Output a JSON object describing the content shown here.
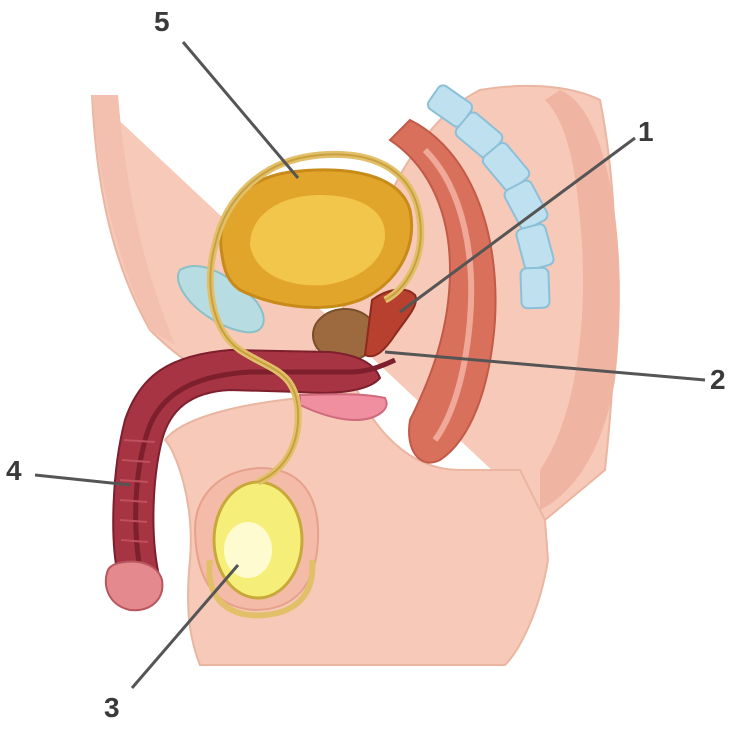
{
  "labels": {
    "l1": "1",
    "l2": "2",
    "l3": "3",
    "l4": "4",
    "l5": "5"
  },
  "colors": {
    "skin": "#f7c9b8",
    "skin_dark": "#eaa792",
    "bladder": "#e0a52a",
    "bladder_light": "#f2c64a",
    "vas_deferens": "#e2c06a",
    "testis": "#f5ef7a",
    "penis": "#a63443",
    "penis_dark": "#7d1f2d",
    "rectum": "#d9705c",
    "spine": "#bfe0ee",
    "pubic_bone": "#b7dde3",
    "prostate": "#9c6a3e",
    "leader_line": "#555555"
  }
}
